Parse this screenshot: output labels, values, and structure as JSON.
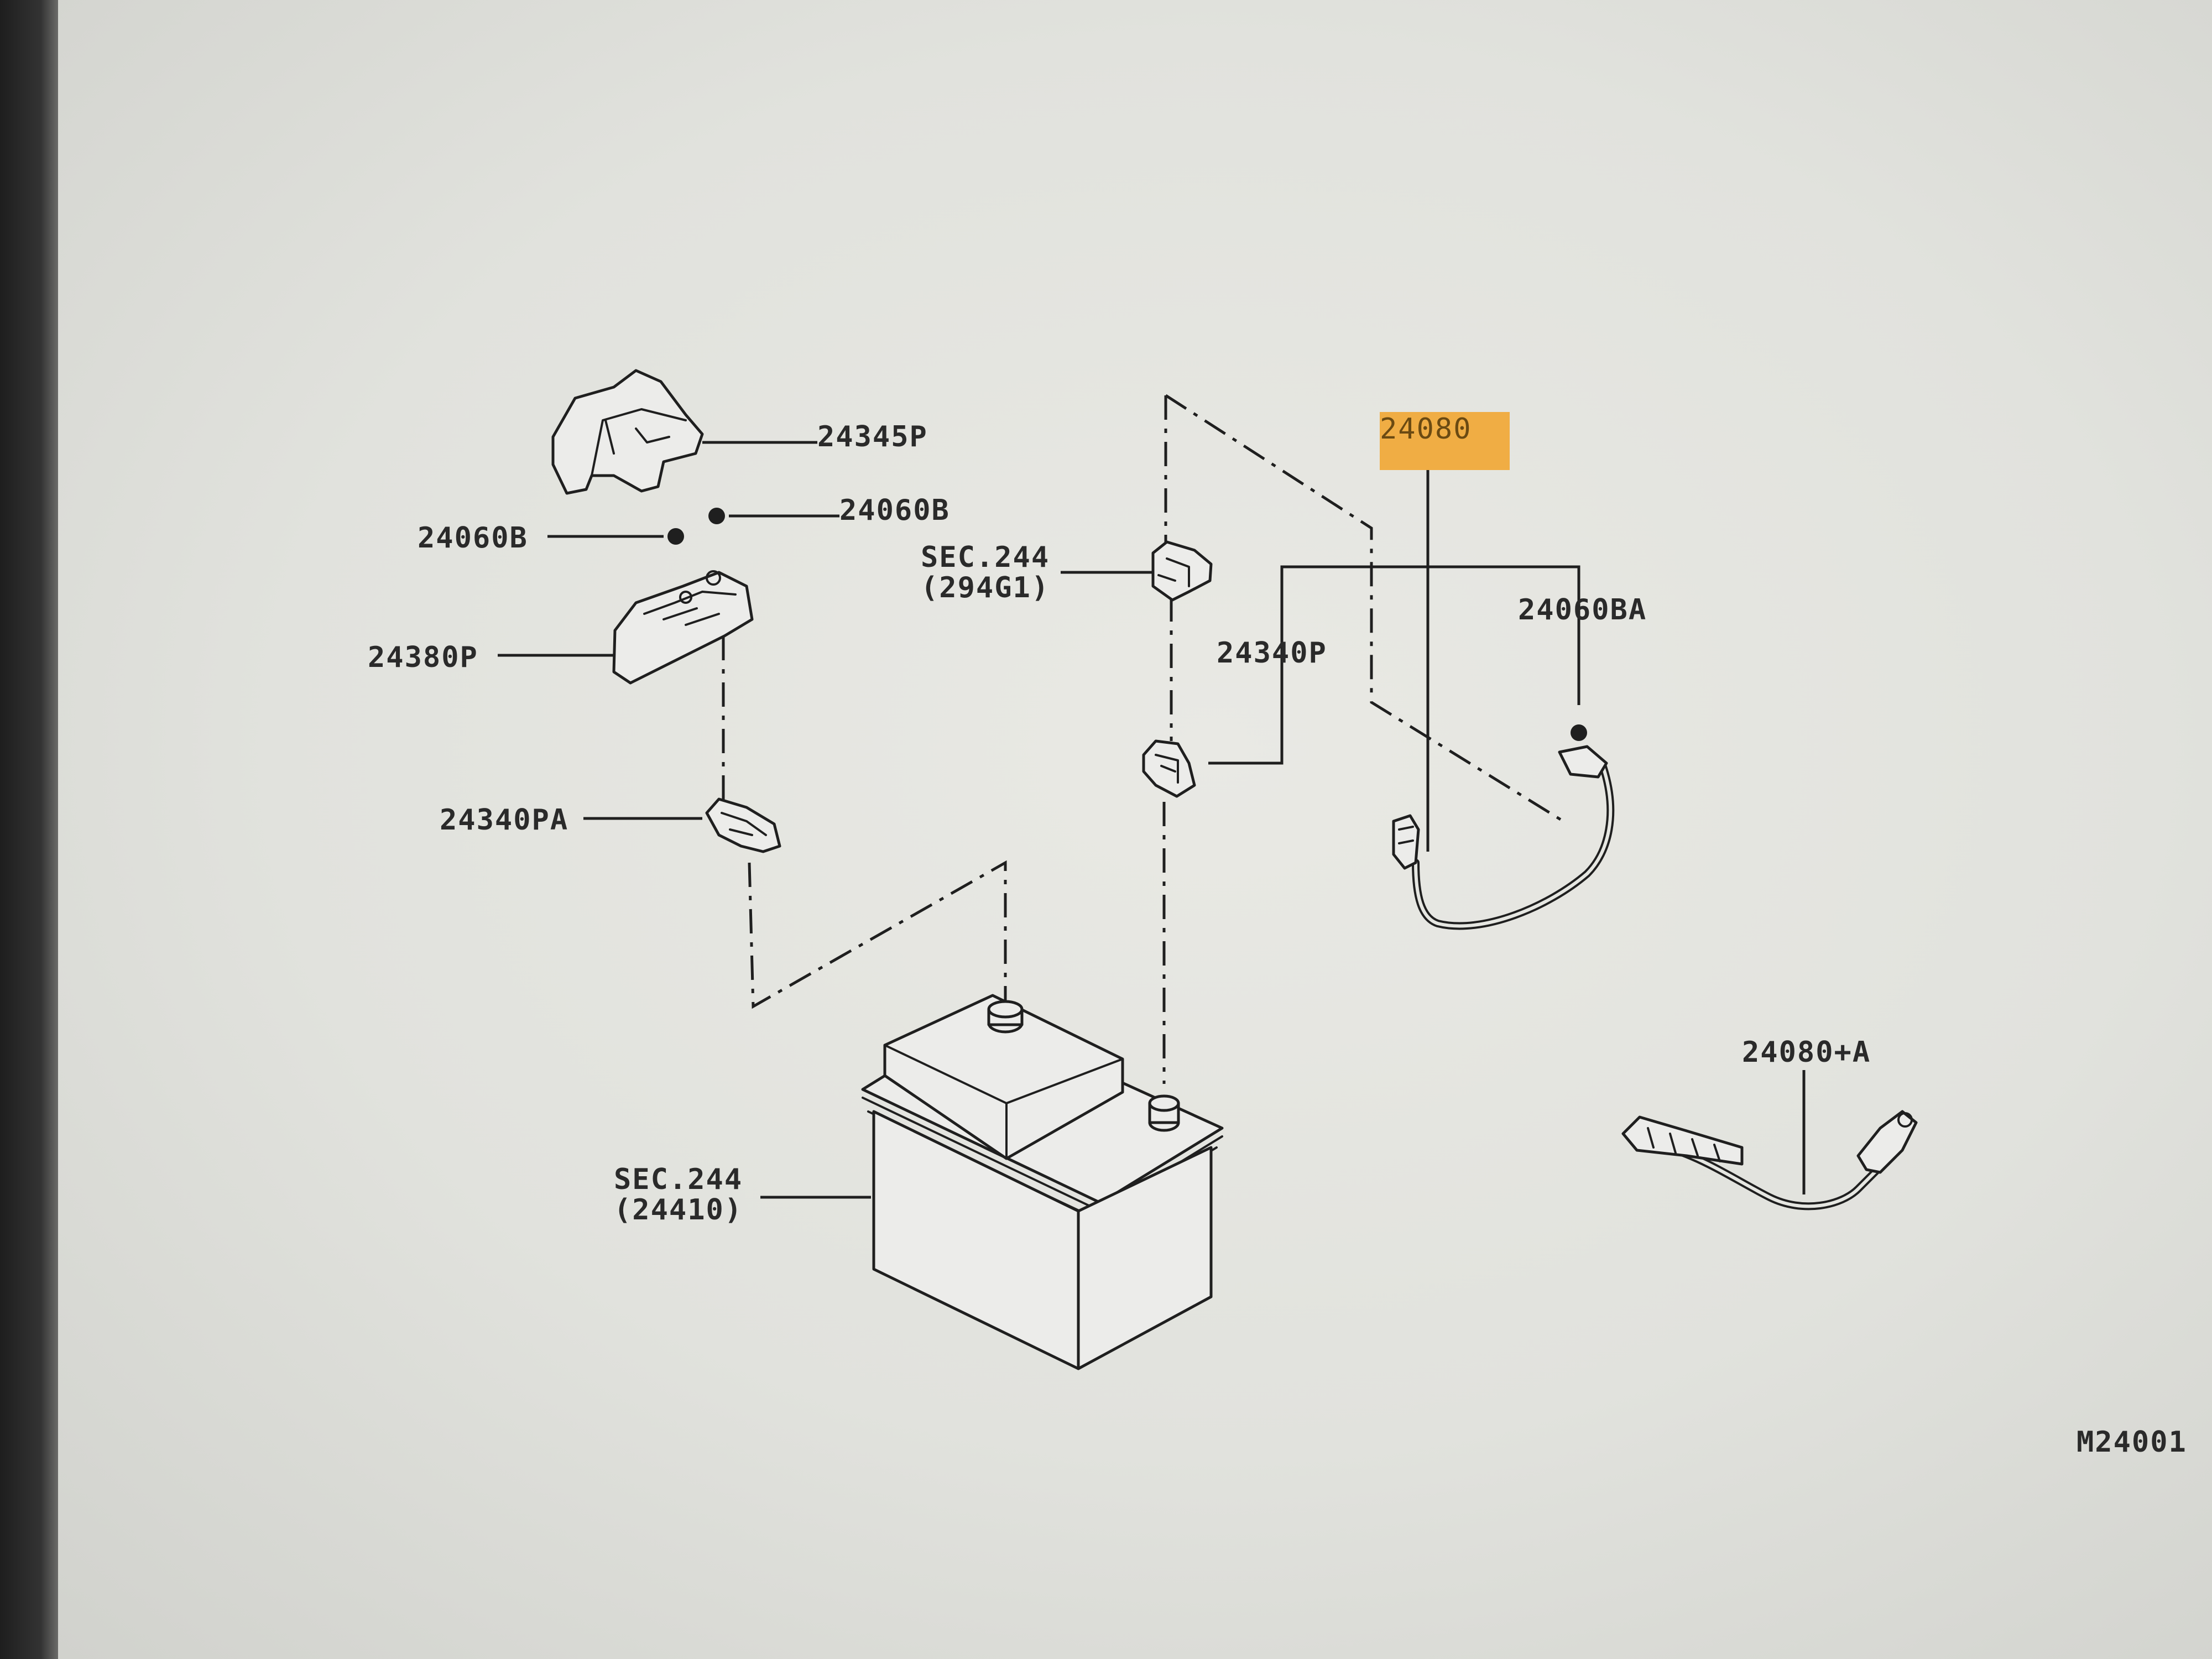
{
  "diagram": {
    "highlight_color": "#f1a52d",
    "labels": {
      "p24345P": "24345P",
      "p24060B_right": "24060B",
      "p24060B_left": "24060B",
      "sec244_top_line1": "SEC.244",
      "sec244_top_line2": "(294G1)",
      "p24380P": "24380P",
      "p24340P": "24340P",
      "p24340PA": "24340PA",
      "p24080": "24080",
      "p24060BA": "24060BA",
      "p24080A": "24080+A",
      "sec244_bottom_line1": "SEC.244",
      "sec244_bottom_line2": "(24410)",
      "drawing_code": "M24001"
    }
  }
}
